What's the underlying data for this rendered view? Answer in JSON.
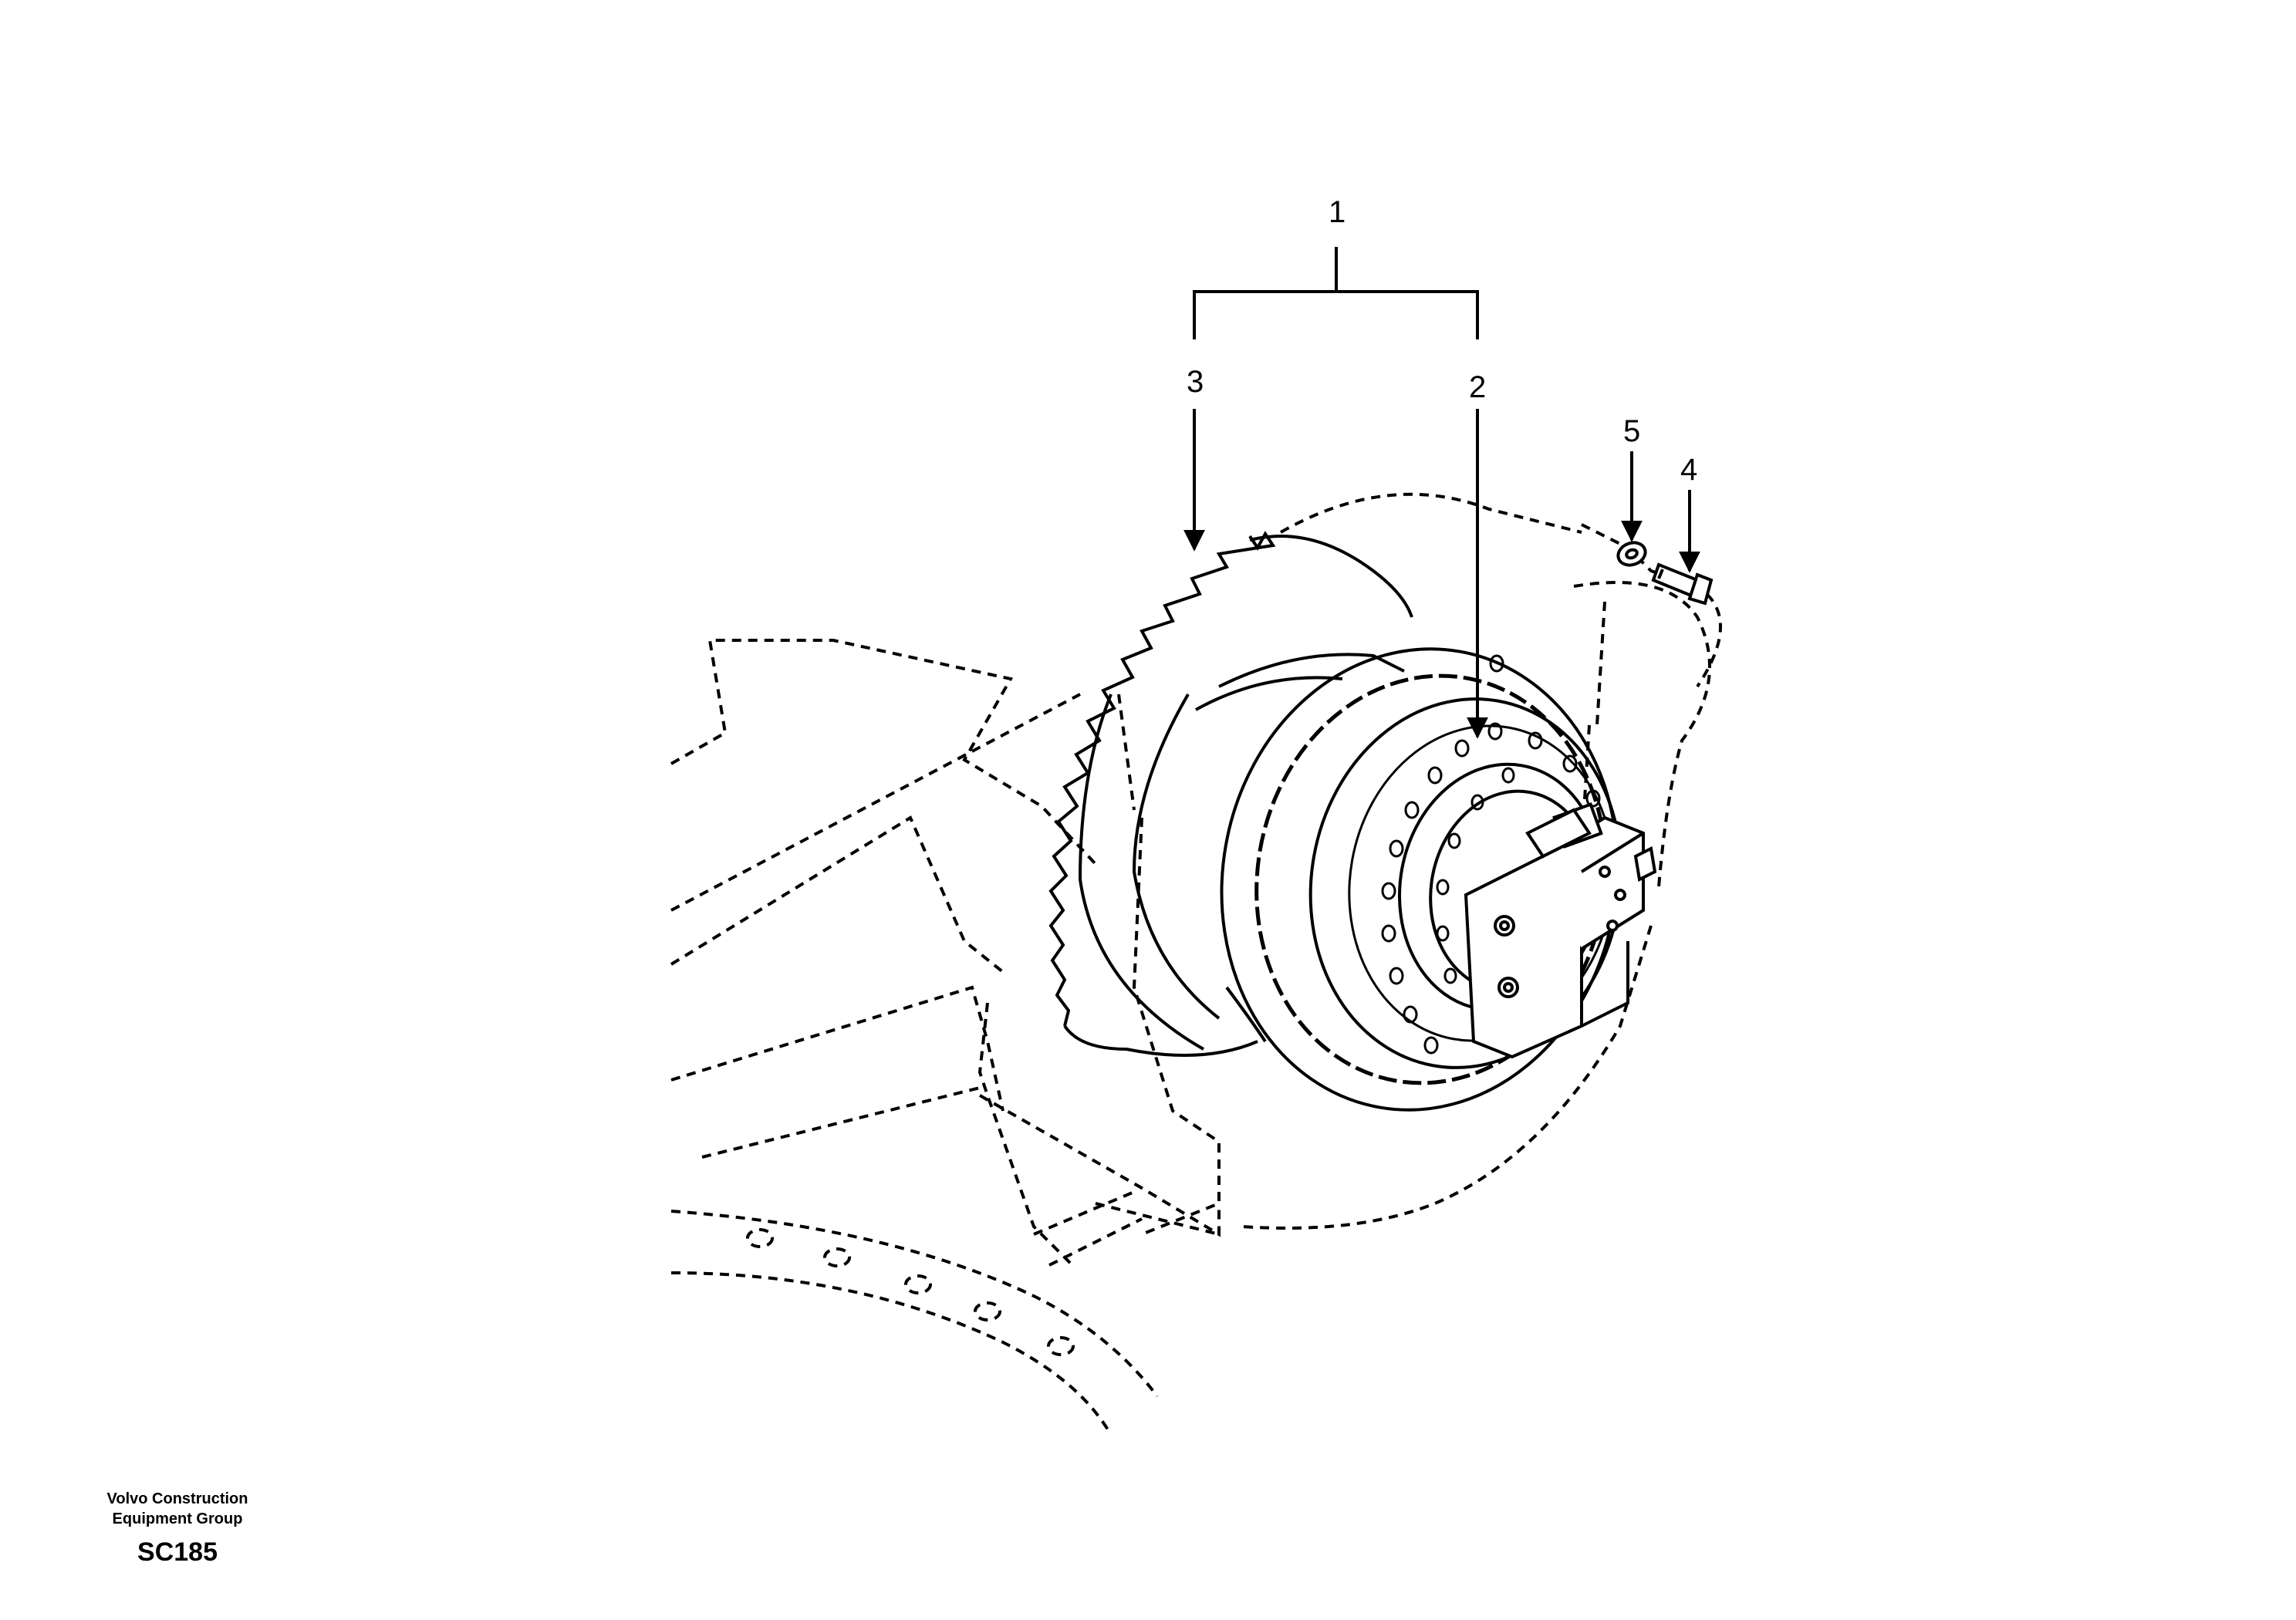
{
  "callouts": {
    "c1": "1",
    "c2": "2",
    "c3": "3",
    "c4": "4",
    "c5": "5"
  },
  "footer": {
    "company_line1": "Volvo Construction",
    "company_line2": "Equipment Group",
    "drawing_code": "SC185"
  }
}
